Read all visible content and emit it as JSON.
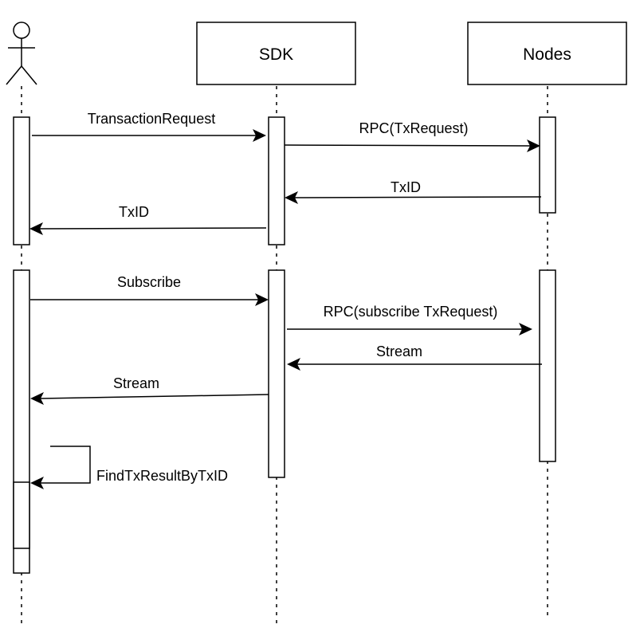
{
  "participants": {
    "sdk": "SDK",
    "nodes": "Nodes"
  },
  "messages": {
    "m1": "TransactionRequest",
    "m2": "RPC(TxRequest)",
    "m3": "TxID",
    "m4": "TxID",
    "m5": "Subscribe",
    "m6": "RPC(subscribe TxRequest)",
    "m7": "Stream",
    "m8": "Stream",
    "m9": "FindTxResultByTxID"
  }
}
